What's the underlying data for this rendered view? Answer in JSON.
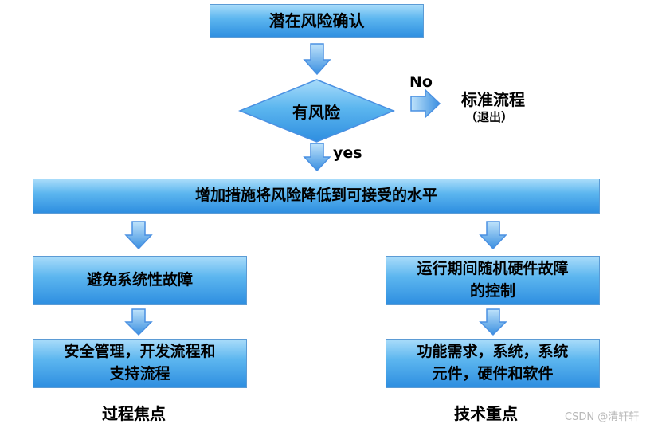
{
  "nodes": {
    "confirm": "潜在风险确认",
    "decision": "有风险",
    "reduce": "增加措施将风险降低到可接受的水平",
    "avoid_failures": "避免系统性故障",
    "control_random": "运行期间随机硬件故障\n的控制",
    "process_items": "安全管理，开发流程和\n支持流程",
    "tech_items": "功能需求，系统，系统\n元件，硬件和软件"
  },
  "edges": {
    "no": "No",
    "yes": "yes"
  },
  "exit": {
    "title": "标准流程",
    "sub": "（退出）"
  },
  "captions": {
    "process_focus": "过程焦点",
    "tech_focus": "技术重点"
  },
  "watermark": "CSDN @清轩轩",
  "colors": {
    "box_top": "#a9dcfa",
    "box_bottom": "#2e8ee0",
    "arrow": "#4a90e2"
  }
}
